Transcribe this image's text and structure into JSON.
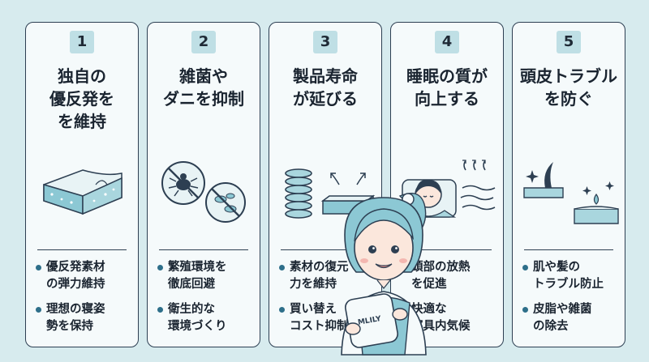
{
  "colors": {
    "background": "#d7ebee",
    "card": "#f5fafb",
    "border": "#2d3f52",
    "badge": "#bfdfe5",
    "bullet": "#2e6f8a",
    "accent": "#8cc8d4"
  },
  "cards": [
    {
      "num": "1",
      "title": "独自の\n優反発を\nを維持",
      "illustration": "mattress-foam-icon",
      "bullets": [
        "優反発素材\nの弾力維持",
        "理想の寝姿\n勢を保持"
      ]
    },
    {
      "num": "2",
      "title": "雑菌や\nダニを抑制",
      "illustration": "no-bacteria-icon",
      "bullets": [
        "繁殖環境を\n徹底回避",
        "衛生的な\n環境づくり"
      ]
    },
    {
      "num": "3",
      "title": "製品寿命\nが延びる",
      "illustration": "spring-mattress-icon",
      "bullets": [
        "素材の復元\n力を維持",
        "買い替え\nコスト抑制"
      ]
    },
    {
      "num": "4",
      "title": "睡眠の質が\n向上する",
      "illustration": "sleeping-person-icon",
      "bullets": [
        "頭部の放熱\nを促進",
        "快適な\n寝具内気候"
      ]
    },
    {
      "num": "5",
      "title": "頭皮トラブル\nを防ぐ",
      "illustration": "scalp-skin-icon",
      "bullets": [
        "肌や髪の\nトラブル防止",
        "皮脂や雑菌\nの除去"
      ]
    }
  ],
  "mascot": {
    "pillow_label": "MLILY",
    "icon": "mascot-girl-icon"
  }
}
